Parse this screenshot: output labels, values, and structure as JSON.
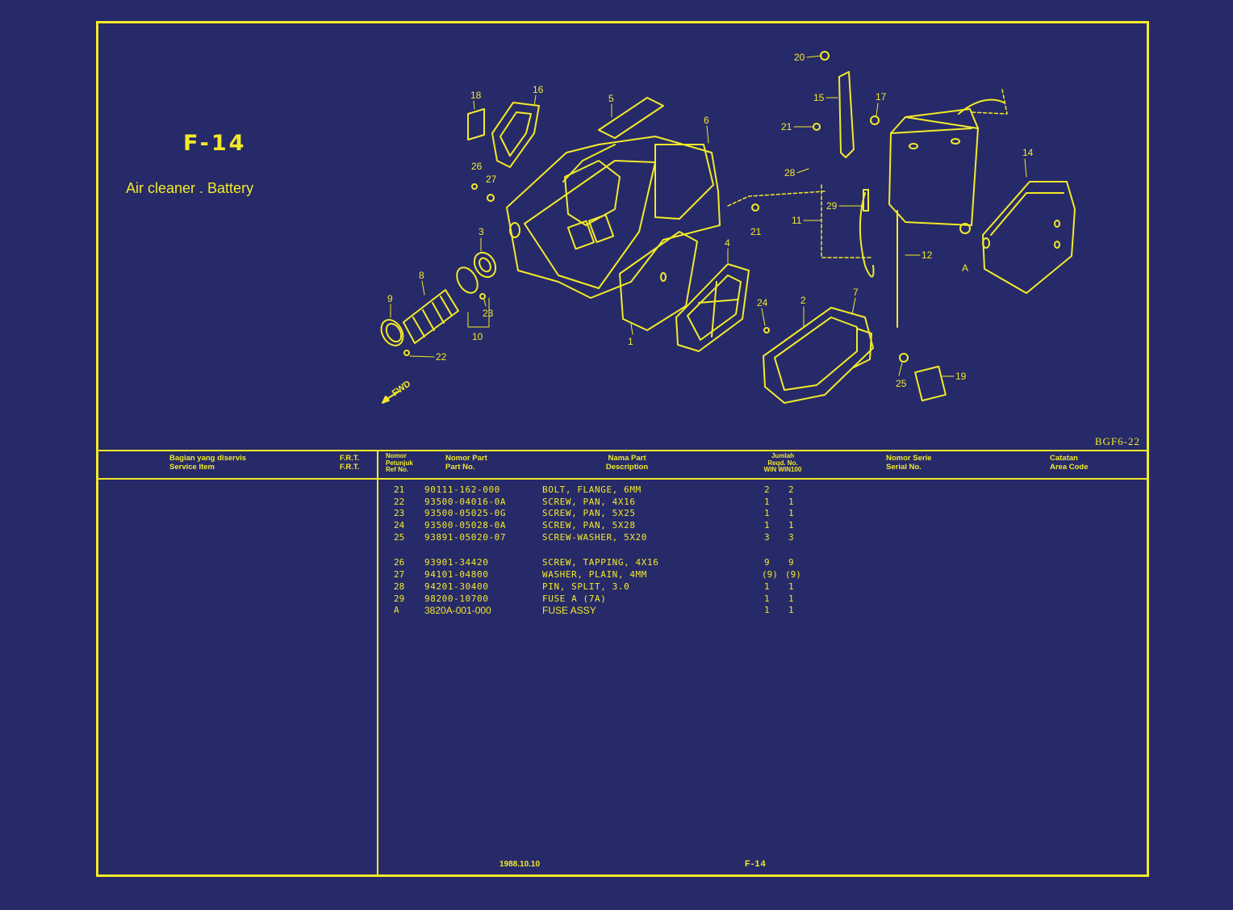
{
  "section": {
    "code": "F-14",
    "title": "Air cleaner . Battery"
  },
  "figure_code": "BGF6-22",
  "diagram": {
    "fwd_label": "FWD",
    "callouts": [
      "1",
      "2",
      "3",
      "4",
      "5",
      "6",
      "7",
      "8",
      "9",
      "10",
      "11",
      "12",
      "14",
      "15",
      "16",
      "17",
      "18",
      "19",
      "20",
      "21",
      "21",
      "22",
      "23",
      "24",
      "25",
      "26",
      "27",
      "28",
      "29",
      "A"
    ]
  },
  "table_header": {
    "service_item_id": "Bagian yang diservis",
    "service_item_en": "Service Item",
    "frt_id": "F.R.T.",
    "frt_en": "F.R.T.",
    "ref_id_1": "Nomor",
    "ref_id_2": "Petunjuk",
    "ref_en": "Ref  No.",
    "part_no_id": "Nomor Part",
    "part_no_en": "Part No.",
    "desc_id": "Nama Part",
    "desc_en": "Description",
    "qty_id": "Jumlah",
    "qty_sub": "Reqd. No.",
    "qty_models": "WIN  WIN100",
    "serial_id": "Nomor Serie",
    "serial_en": "Serial No.",
    "area_id": "Catatan",
    "area_en": "Area Code"
  },
  "parts": [
    {
      "ref": "21",
      "part_no": "90111-162-000",
      "description": "BOLT, FLANGE, 6MM",
      "qty_win": "2",
      "qty_win100": "2"
    },
    {
      "ref": "22",
      "part_no": "93500-04016-0A",
      "description": "SCREW, PAN, 4X16",
      "qty_win": "1",
      "qty_win100": "1"
    },
    {
      "ref": "23",
      "part_no": "93500-05025-0G",
      "description": "SCREW, PAN, 5X25",
      "qty_win": "1",
      "qty_win100": "1"
    },
    {
      "ref": "24",
      "part_no": "93500-05028-0A",
      "description": "SCREW, PAN, 5X28",
      "qty_win": "1",
      "qty_win100": "1"
    },
    {
      "ref": "25",
      "part_no": "93891-05020-07",
      "description": "SCREW-WASHER, 5X20",
      "qty_win": "3",
      "qty_win100": "3"
    },
    {
      "ref": "26",
      "part_no": "93901-34420",
      "description": "SCREW, TAPPING, 4X16",
      "qty_win": "9",
      "qty_win100": "9"
    },
    {
      "ref": "27",
      "part_no": "94101-04800",
      "description": "WASHER, PLAIN, 4MM",
      "qty_win": "(9)",
      "qty_win100": "(9)"
    },
    {
      "ref": "28",
      "part_no": "94201-30400",
      "description": "PIN, SPLIT, 3.0",
      "qty_win": "1",
      "qty_win100": "1"
    },
    {
      "ref": "29",
      "part_no": "98200-10700",
      "description": "FUSE A (7A)",
      "qty_win": "1",
      "qty_win100": "1"
    },
    {
      "ref": "A",
      "part_no": "3820A-001-000",
      "description": "FUSE ASSY",
      "qty_win": "1",
      "qty_win100": "1"
    }
  ],
  "footer": {
    "date": "1988.10.10",
    "page": "F-14"
  },
  "colors": {
    "background": "#272a68",
    "ink": "#f2ea2a"
  }
}
